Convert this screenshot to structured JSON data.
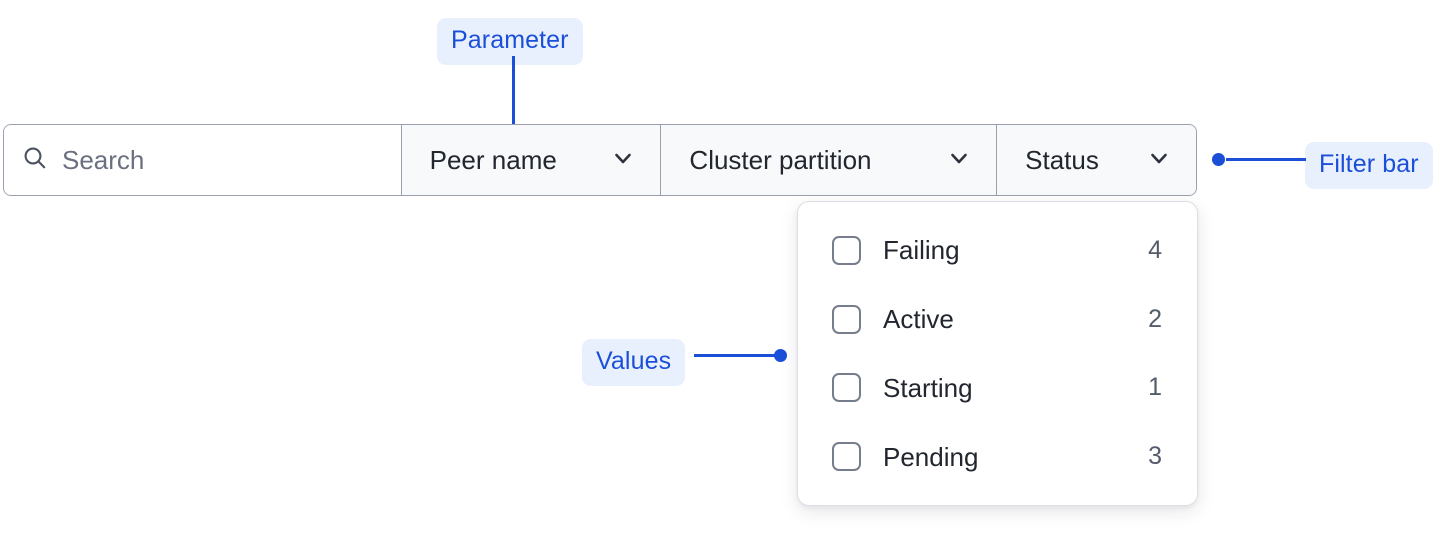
{
  "annotations": [
    {
      "id": "parameter",
      "label": "Parameter"
    },
    {
      "id": "filter_bar",
      "label": "Filter bar"
    },
    {
      "id": "values",
      "label": "Values"
    }
  ],
  "filter_bar": {
    "search": {
      "icon": "search-icon",
      "placeholder": "Search",
      "value": ""
    },
    "segments": [
      {
        "label": "Peer name",
        "icon": "chevron-down-icon"
      },
      {
        "label": "Cluster partition",
        "icon": "chevron-down-icon"
      },
      {
        "label": "Status",
        "icon": "chevron-down-icon"
      }
    ]
  },
  "values_panel": {
    "open_for": "Status",
    "options": [
      {
        "label": "Failing",
        "count": "4",
        "checked": false
      },
      {
        "label": "Active",
        "count": "2",
        "checked": false
      },
      {
        "label": "Starting",
        "count": "1",
        "checked": false
      },
      {
        "label": "Pending",
        "count": "3",
        "checked": false
      }
    ]
  },
  "colors": {
    "annotation_accent": "#1b4fd8",
    "annotation_pill_bg": "#e8effd",
    "filter_border": "#9aa0ae",
    "filter_segment_bg": "#f8f9fa",
    "search_bg": "#ffffff",
    "text_primary": "#22262f",
    "text_muted": "#6a7080",
    "count_text": "#545b6b",
    "panel_border": "#dcdfe5",
    "checkbox_border": "#767d8c"
  }
}
